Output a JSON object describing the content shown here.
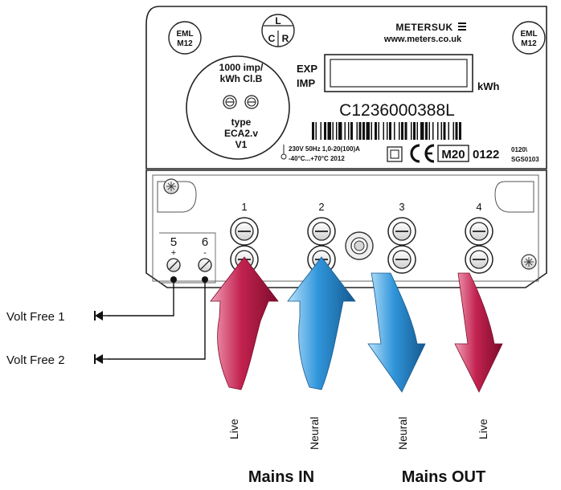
{
  "meter": {
    "eml_left_1": "EML",
    "eml_left_2": "M12",
    "eml_right_1": "EML",
    "eml_right_2": "M12",
    "lcr_l": "L",
    "lcr_c": "C",
    "lcr_r": "R",
    "brand": "METERSUK",
    "website": "www.meters.co.uk",
    "imp_rate_1": "1000 imp/",
    "imp_rate_2": "kWh Cl.B",
    "type_1": "type",
    "type_2": "ECA2.v",
    "type_3": "V1",
    "exp_label": "EXP",
    "imp_label": "IMP",
    "unit": "kWh",
    "serial": "C1236000388L",
    "spec_1": "230V 50Hz 1,0-20(100)A",
    "spec_2": "-40°C...+70°C  2012",
    "m20": "M20",
    "code_0122": "0122",
    "cert_1": "0120\\",
    "cert_2": "SGS0103"
  },
  "terminals": {
    "t1": "1",
    "t2": "2",
    "t3": "3",
    "t4": "4",
    "t5": "5",
    "t6": "6",
    "t5_sign": "+",
    "t6_sign": "-"
  },
  "wires": {
    "volt_free_1": "Volt Free 1",
    "volt_free_2": "Volt Free 2",
    "live_in": "Live",
    "neutral_in": "Neural",
    "neutral_out": "Neural",
    "live_out": "Live",
    "mains_in": "Mains IN",
    "mains_out": "Mains OUT"
  },
  "colors": {
    "live": "#b01844",
    "neutral": "#2a8fd6"
  }
}
